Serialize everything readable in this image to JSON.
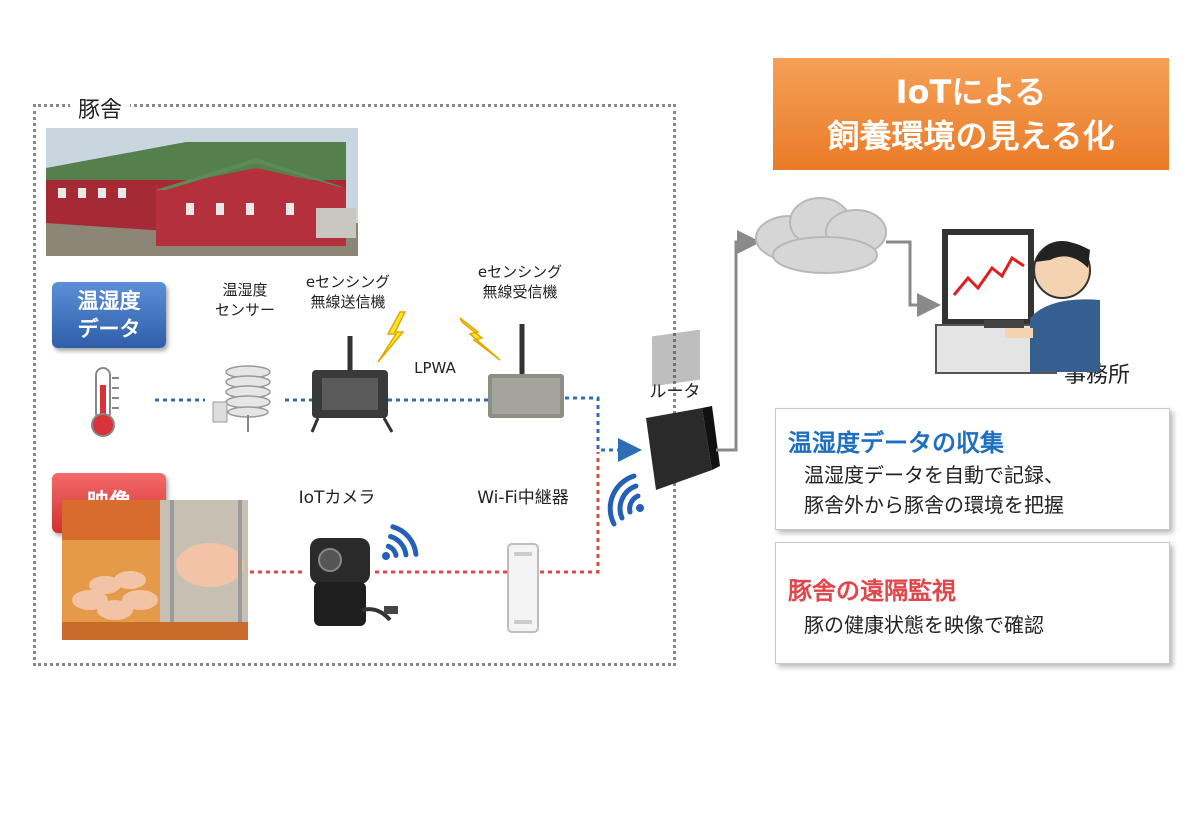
{
  "barn_section": {
    "label": "豚舎"
  },
  "temp_data": {
    "badge_line1": "温湿度",
    "badge_line2": "データ",
    "sensor_label_line1": "温湿度",
    "sensor_label_line2": "センサー",
    "transmitter_label_line1": "eセンシング",
    "transmitter_label_line2": "無線送信機",
    "receiver_label_line1": "eセンシング",
    "receiver_label_line2": "無線受信機",
    "lpwa_label": "LPWA"
  },
  "video": {
    "badge": "映像",
    "camera_label": "IoTカメラ",
    "repeater_label": "Wi-Fi中継器"
  },
  "router_label": "ルータ",
  "office_label": "事務所",
  "title": {
    "line1": "IoTによる",
    "line2": "飼養環境の見える化"
  },
  "info_cards": [
    {
      "heading": "温湿度データの収集",
      "line1": "温湿度データを自動で記録、",
      "line2": "豚舎外から豚舎の環境を把握",
      "color": "#1f6fc0"
    },
    {
      "heading": "豚舎の遠隔監視",
      "line1": "豚の健康状態を映像で確認",
      "color": "#e0464a"
    }
  ],
  "colors": {
    "blue_line": "#2d6eb4",
    "red_line": "#e04848",
    "title_orange": "#ee8a37"
  }
}
